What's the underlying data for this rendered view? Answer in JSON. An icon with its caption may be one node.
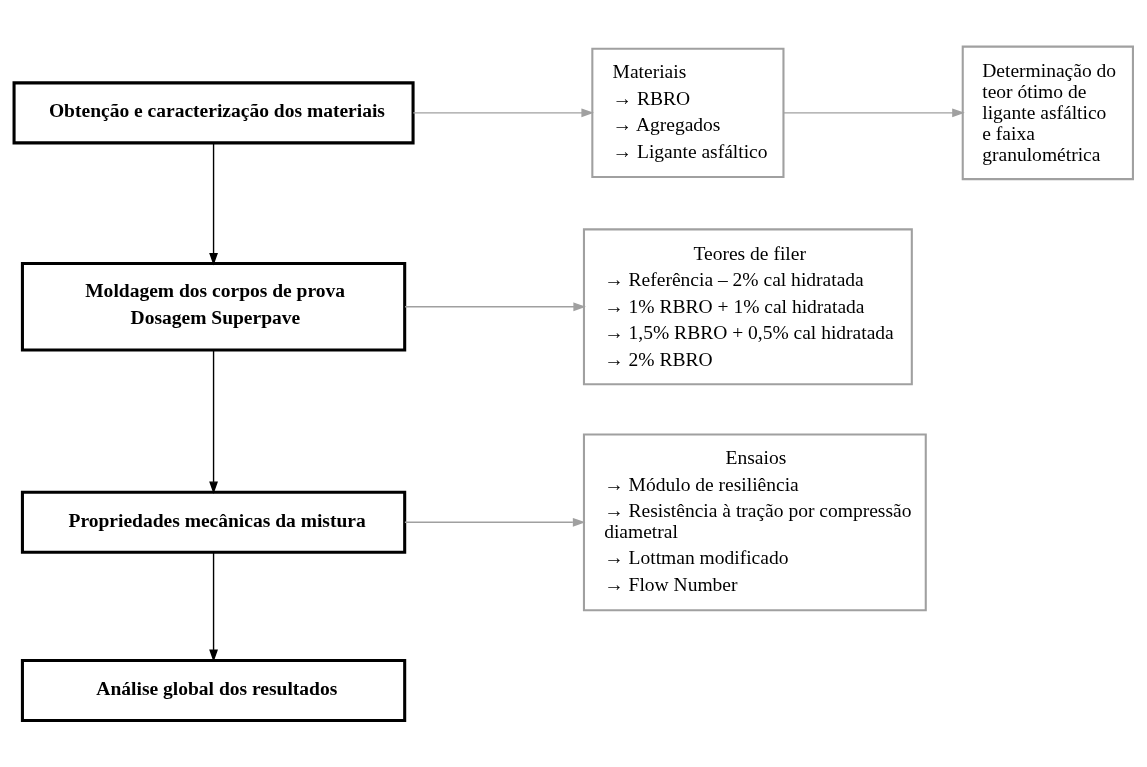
{
  "diagram": {
    "nodes": [
      {
        "text": [
          "Obtenção e caracterização dos materiais"
        ]
      },
      {
        "text": [
          "Materiais",
          "→ RBRO",
          "→ Agregados",
          "→ Ligante asfáltico"
        ]
      },
      {
        "text": [
          "Determinação do teor ótimo de ligante asfáltico e faixa granulométrica"
        ]
      },
      {
        "text": [
          "Moldagem dos corpos de prova",
          "Dosagem Superpave"
        ]
      },
      {
        "text": [
          "Teores de filer",
          "→ Referência – 2% cal hidratada",
          "→ 1% RBRO + 1% cal hidratada",
          "→ 1,5% RBRO + 0,5% cal hidratada",
          "→ 2% RBRO"
        ]
      },
      {
        "text": [
          "Propriedades mecânicas da mistura"
        ]
      },
      {
        "text": [
          "Ensaios",
          "→ Módulo de resiliência",
          "→ Resistência à tração por compressão diametral",
          "→ Lottman modificado",
          "→ Flow Number"
        ]
      },
      {
        "text": [
          "Análise global dos resultados"
        ]
      }
    ],
    "edges": [
      {
        "from": 0,
        "to": 1,
        "arrow": "to"
      },
      {
        "from": 1,
        "to": 2,
        "arrow": "to"
      },
      {
        "from": 0,
        "to": 3,
        "arrow": "to",
        "color": "#000000"
      },
      {
        "from": 3,
        "to": 4,
        "arrow": "to"
      },
      {
        "from": 3,
        "to": 5,
        "arrow": "to",
        "color": "#000000"
      },
      {
        "from": 5,
        "to": 6,
        "arrow": "to"
      },
      {
        "from": 5,
        "to": 7,
        "arrow": "to",
        "color": "#000000"
      }
    ]
  }
}
